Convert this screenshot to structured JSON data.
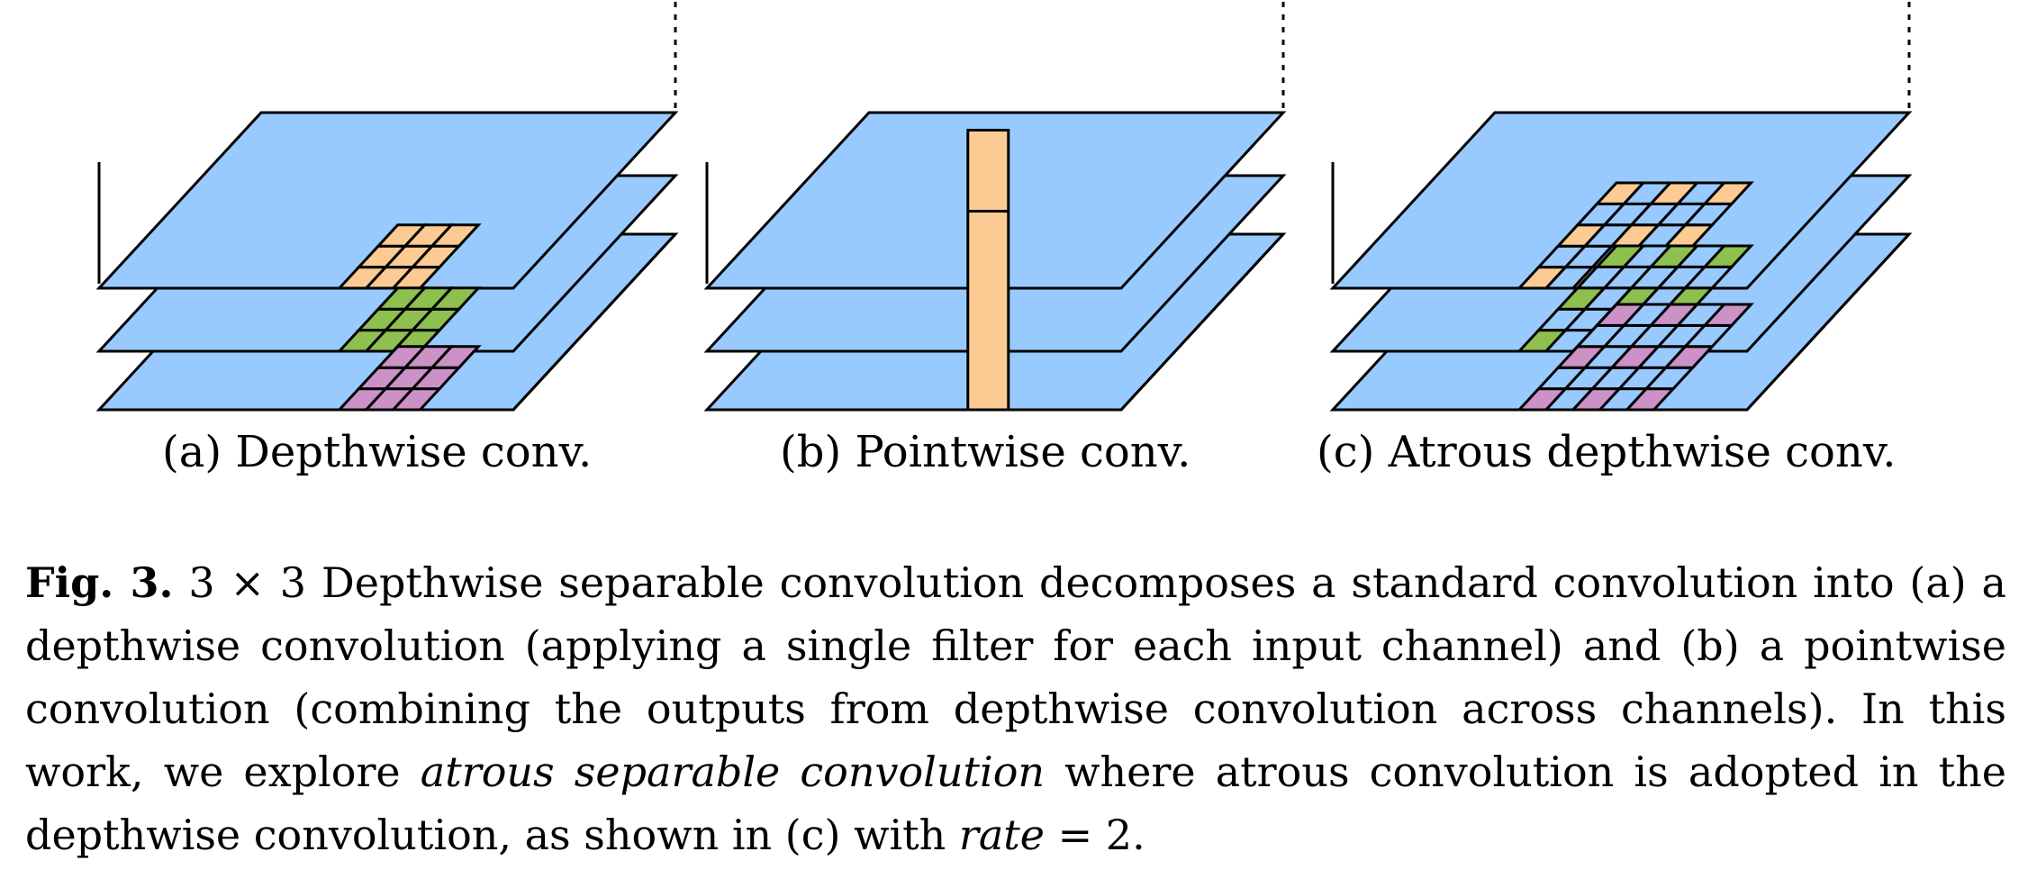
{
  "figure": {
    "panels": [
      {
        "label": "(a) Depthwise conv.",
        "kernel_color": "#fbcb93",
        "kernel_colors": [
          "#fbcb93",
          "#8dc04f",
          "#cc92c8"
        ]
      },
      {
        "label": "(b) Pointwise conv.",
        "kernel_color": "#fbcb93"
      },
      {
        "label": "(c) Atrous depthwise conv.",
        "kernel_colors": [
          "#fbcb93",
          "#8dc04f",
          "#cc92c8"
        ]
      }
    ],
    "colors": {
      "plane": "#99caff",
      "stroke": "#000000"
    }
  },
  "caption": {
    "label": "Fig. 3.",
    "text_1": " 3 × 3 Depthwise separable convolution decomposes a standard convolution into (a) a depthwise convolution (applying a single filter for each input channel) and (b) a pointwise convolution (combining the outputs from depthwise convolution across channels). In this work, we explore ",
    "emphasis": "atrous separable convolution",
    "text_2": " where atrous convolution is adopted in the depthwise convolution, as shown in (c) with ",
    "rate_var": "rate",
    "rate_value": " = 2."
  }
}
